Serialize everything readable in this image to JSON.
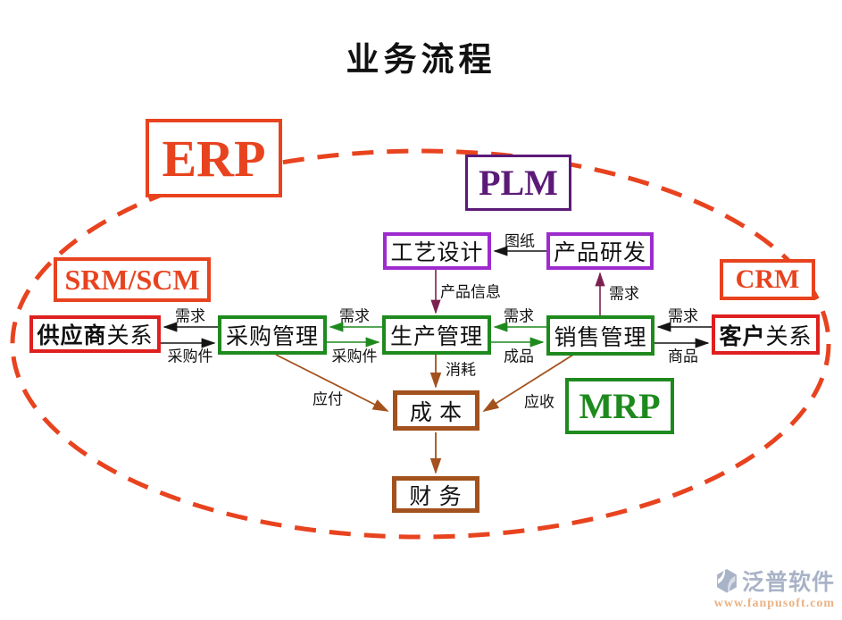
{
  "title": "业务流程",
  "badges": {
    "erp": "ERP",
    "plm": "PLM",
    "srm_scm": "SRM/SCM",
    "crm": "CRM",
    "mrp": "MRP"
  },
  "nodes": {
    "process_design": "工艺设计",
    "product_rd": "产品研发",
    "supplier_bold": "供应商",
    "supplier_rest": "关系",
    "procurement": "采购管理",
    "production": "生产管理",
    "sales": "销售管理",
    "customer_bold": "客户",
    "customer_rest": "关系",
    "cost": "成 本",
    "finance": "财 务"
  },
  "edges": {
    "drawings": "图纸",
    "product_info": "产品信息",
    "demand_rd": "需求",
    "supplier_demand": "需求",
    "supplier_parts": "采购件",
    "procurement_demand": "需求",
    "procurement_parts": "采购件",
    "production_demand": "需求",
    "finished_goods": "成品",
    "sales_demand": "需求",
    "goods": "商品",
    "consumption": "消耗",
    "payable": "应付",
    "receivable": "应收"
  },
  "watermark": {
    "brand": "泛普软件",
    "url": "www.fanpusoft.com"
  },
  "colors": {
    "accent_orange": "#e8431f",
    "red": "#de2020",
    "green": "#1e8a1e",
    "purple_bright": "#9e2bce",
    "purple_dark": "#5c1a78",
    "brown": "#a3511d",
    "maroon": "#7b2150",
    "line_black": "#141414",
    "watermark_blue": "#a9b3c7",
    "watermark_orange": "#e9b285"
  }
}
